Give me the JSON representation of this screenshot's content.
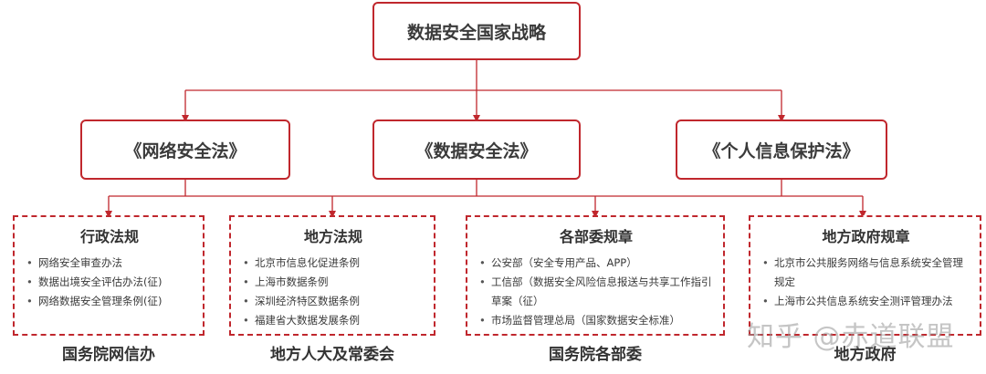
{
  "colors": {
    "accent": "#c0272d",
    "text": "#3a3a3a"
  },
  "top": {
    "title": "数据安全国家战略"
  },
  "laws": [
    {
      "label": "《网络安全法》"
    },
    {
      "label": "《数据安全法》"
    },
    {
      "label": "《个人信息保护法》"
    }
  ],
  "categories": [
    {
      "title": "行政法规",
      "items": [
        "网络安全审查办法",
        "数据出境安全评估办法(征)",
        "网络数据安全管理条例(征)"
      ],
      "footer": "国务院网信办"
    },
    {
      "title": "地方法规",
      "items": [
        "北京市信息化促进条例",
        "上海市数据条例",
        "深圳经济特区数据条例",
        "福建省大数据发展条例"
      ],
      "footer": "地方人大及常委会"
    },
    {
      "title": "各部委规章",
      "items": [
        "公安部（安全专用产品、APP）",
        "工信部（数据安全风险信息报送与共享工作指引",
        "草案（征）",
        "市场监督管理总局（国家数据安全标准）"
      ],
      "footer": "国务院各部委"
    },
    {
      "title": "地方政府规章",
      "items": [
        "北京市公共服务网络与信息系统安全管理",
        "规定",
        "上海市公共信息系统安全测评管理办法"
      ],
      "footer": "地方政府"
    }
  ],
  "watermark": "知乎 @赤道联盟"
}
